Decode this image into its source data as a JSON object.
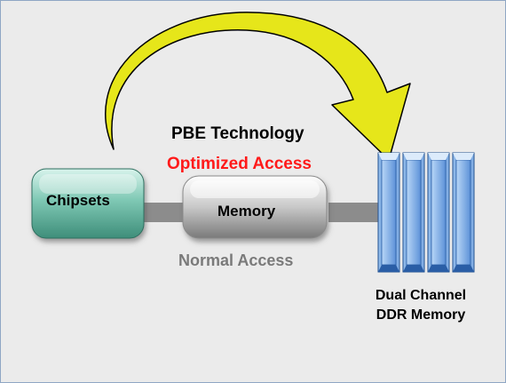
{
  "diagram": {
    "title": "PBE Technology",
    "optimized_label": "Optimized Access",
    "chipset_label": "Chipsets",
    "memory_label": "Memory",
    "normal_label": "Normal Access",
    "dual_channel_line1": "Dual Channel",
    "dual_channel_line2": "DDR Memory"
  },
  "colors": {
    "background": "#ebebeb",
    "arrow_fill": "#e6e61a",
    "optimized_text": "#ff1a1a",
    "normal_text": "#7a7a7a",
    "chipset_fill": "#7fc8b4",
    "memory_fill": "#c8c8c8",
    "dimm_fill": "#5f93d6",
    "connector": "#8c8c8c"
  },
  "icons": [
    "curved-arrow-icon",
    "memory-module-icon"
  ]
}
